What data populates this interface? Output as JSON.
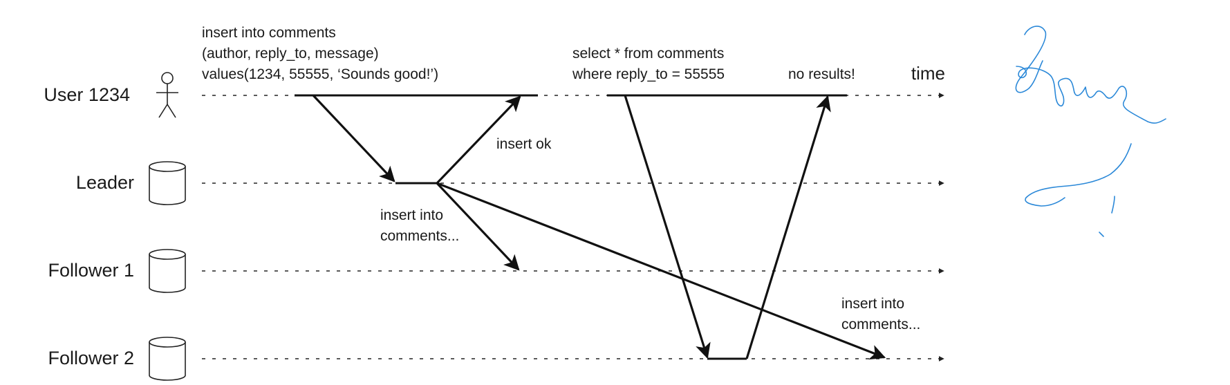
{
  "rows": [
    {
      "label": "User 1234",
      "icon": "user-stick-figure-icon"
    },
    {
      "label": "Leader",
      "icon": "database-cylinder-icon"
    },
    {
      "label": "Follower 1",
      "icon": "database-cylinder-icon"
    },
    {
      "label": "Follower 2",
      "icon": "database-cylinder-icon"
    }
  ],
  "axis": {
    "label": "time"
  },
  "notes": {
    "insert_query": [
      "insert into comments",
      "(author, reply_to, message)",
      "values(1234, 55555, ‘Sounds good!’)"
    ],
    "insert_ok": "insert ok",
    "replicate_f1": [
      "insert into",
      "comments..."
    ],
    "select_query": [
      "select * from comments",
      "where reply_to = 55555"
    ],
    "no_results": "no results!",
    "replicate_f2": [
      "insert into",
      "comments..."
    ]
  },
  "handwriting": {
    "icon": "handwritten-signature-scribble",
    "text": "figure",
    "color": "#2a88d8"
  }
}
